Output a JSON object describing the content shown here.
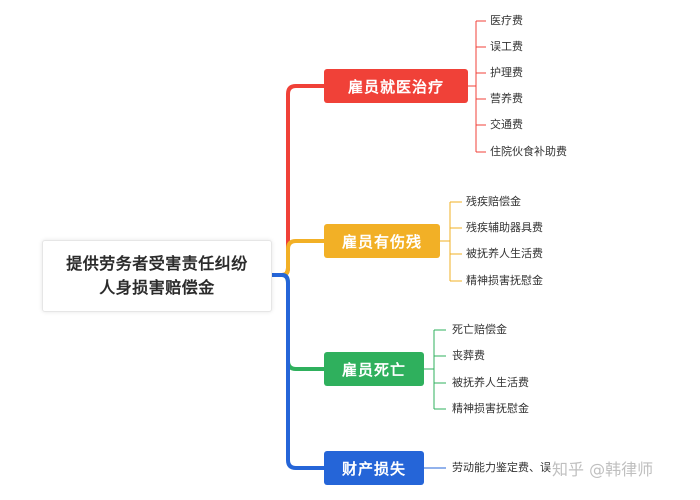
{
  "root": {
    "line1": "提供劳务者受害责任纠纷",
    "line2": "人身损害赔偿金"
  },
  "branches": [
    {
      "label": "雇员就医治疗",
      "color": "#f04138",
      "leaves": [
        "医疗费",
        "误工费",
        "护理费",
        "营养费",
        "交通费",
        "住院伙食补助费"
      ]
    },
    {
      "label": "雇员有伤残",
      "color": "#f2b026",
      "leaves": [
        "残疾赔偿金",
        "残疾辅助器具费",
        "被抚养人生活费",
        "精神损害抚慰金"
      ]
    },
    {
      "label": "雇员死亡",
      "color": "#2fb05d",
      "leaves": [
        "死亡赔偿金",
        "丧葬费",
        "被抚养人生活费",
        "精神损害抚慰金"
      ]
    },
    {
      "label": "财产损失",
      "color": "#2565d8",
      "leaves": [
        "劳动能力鉴定费、误"
      ]
    }
  ],
  "watermark": "知乎 @韩律师"
}
